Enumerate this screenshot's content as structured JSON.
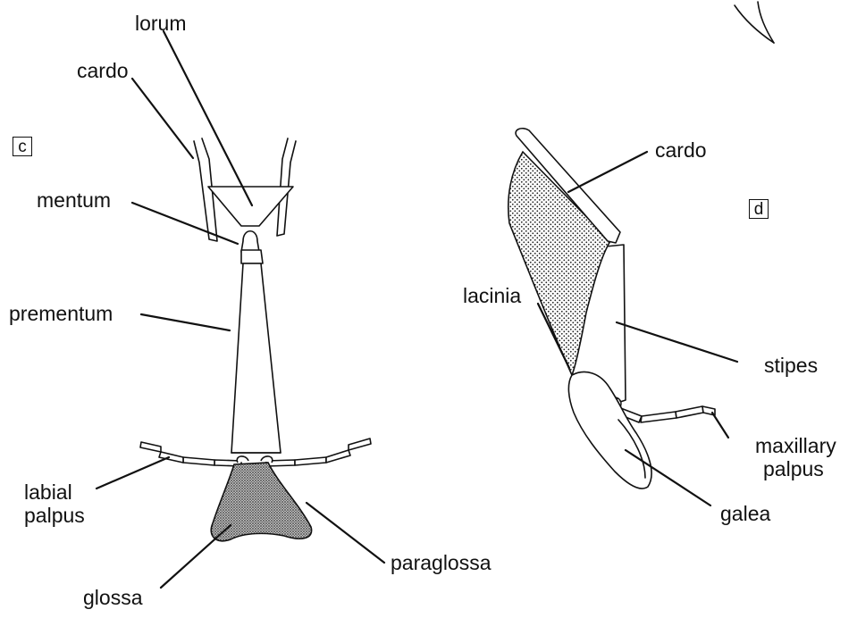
{
  "panels": {
    "c": {
      "letter": "c",
      "labels": {
        "lorum": "lorum",
        "cardo": "cardo",
        "mentum": "mentum",
        "prementum": "prementum",
        "labial_palpus_1": "labial",
        "labial_palpus_2": "palpus",
        "glossa": "glossa",
        "paraglossa": "paraglossa"
      }
    },
    "d": {
      "letter": "d",
      "labels": {
        "cardo": "cardo",
        "lacinia": "lacinia",
        "stipes": "stipes",
        "maxillary_palpus_1": "maxillary",
        "maxillary_palpus_2": "palpus",
        "galea": "galea"
      }
    }
  }
}
